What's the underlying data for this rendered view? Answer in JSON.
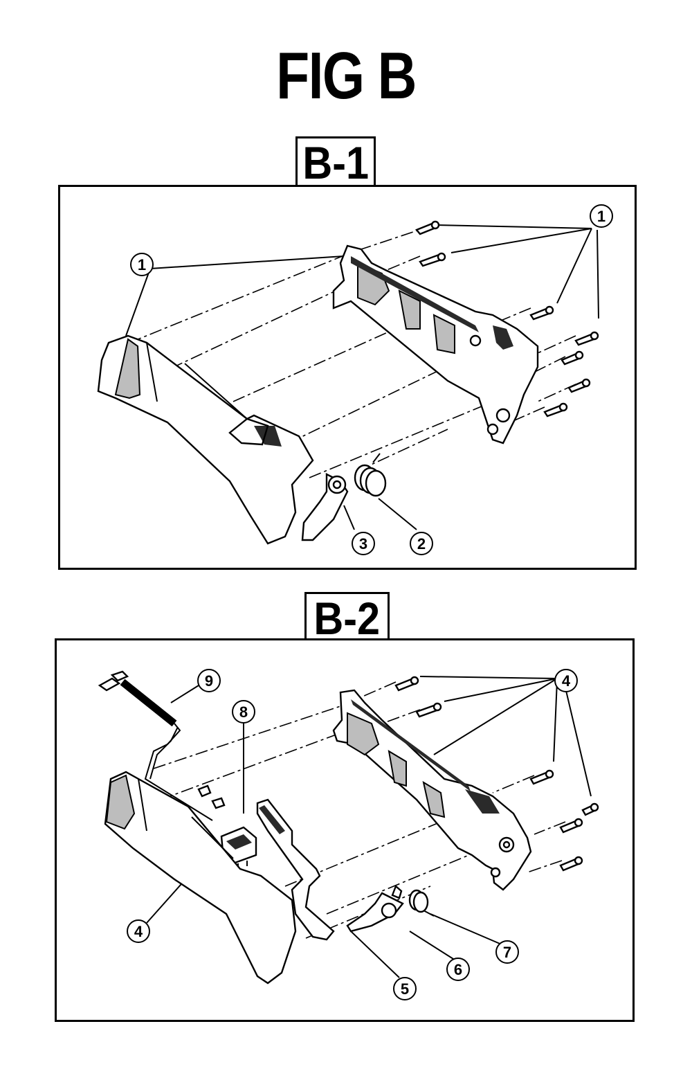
{
  "figure": {
    "title": "FIG B"
  },
  "panels": [
    {
      "label": "B-1",
      "callouts": [
        "1",
        "1",
        "2",
        "3"
      ]
    },
    {
      "label": "B-2",
      "callouts": [
        "9",
        "8",
        "4",
        "4",
        "5",
        "6",
        "7"
      ]
    }
  ]
}
